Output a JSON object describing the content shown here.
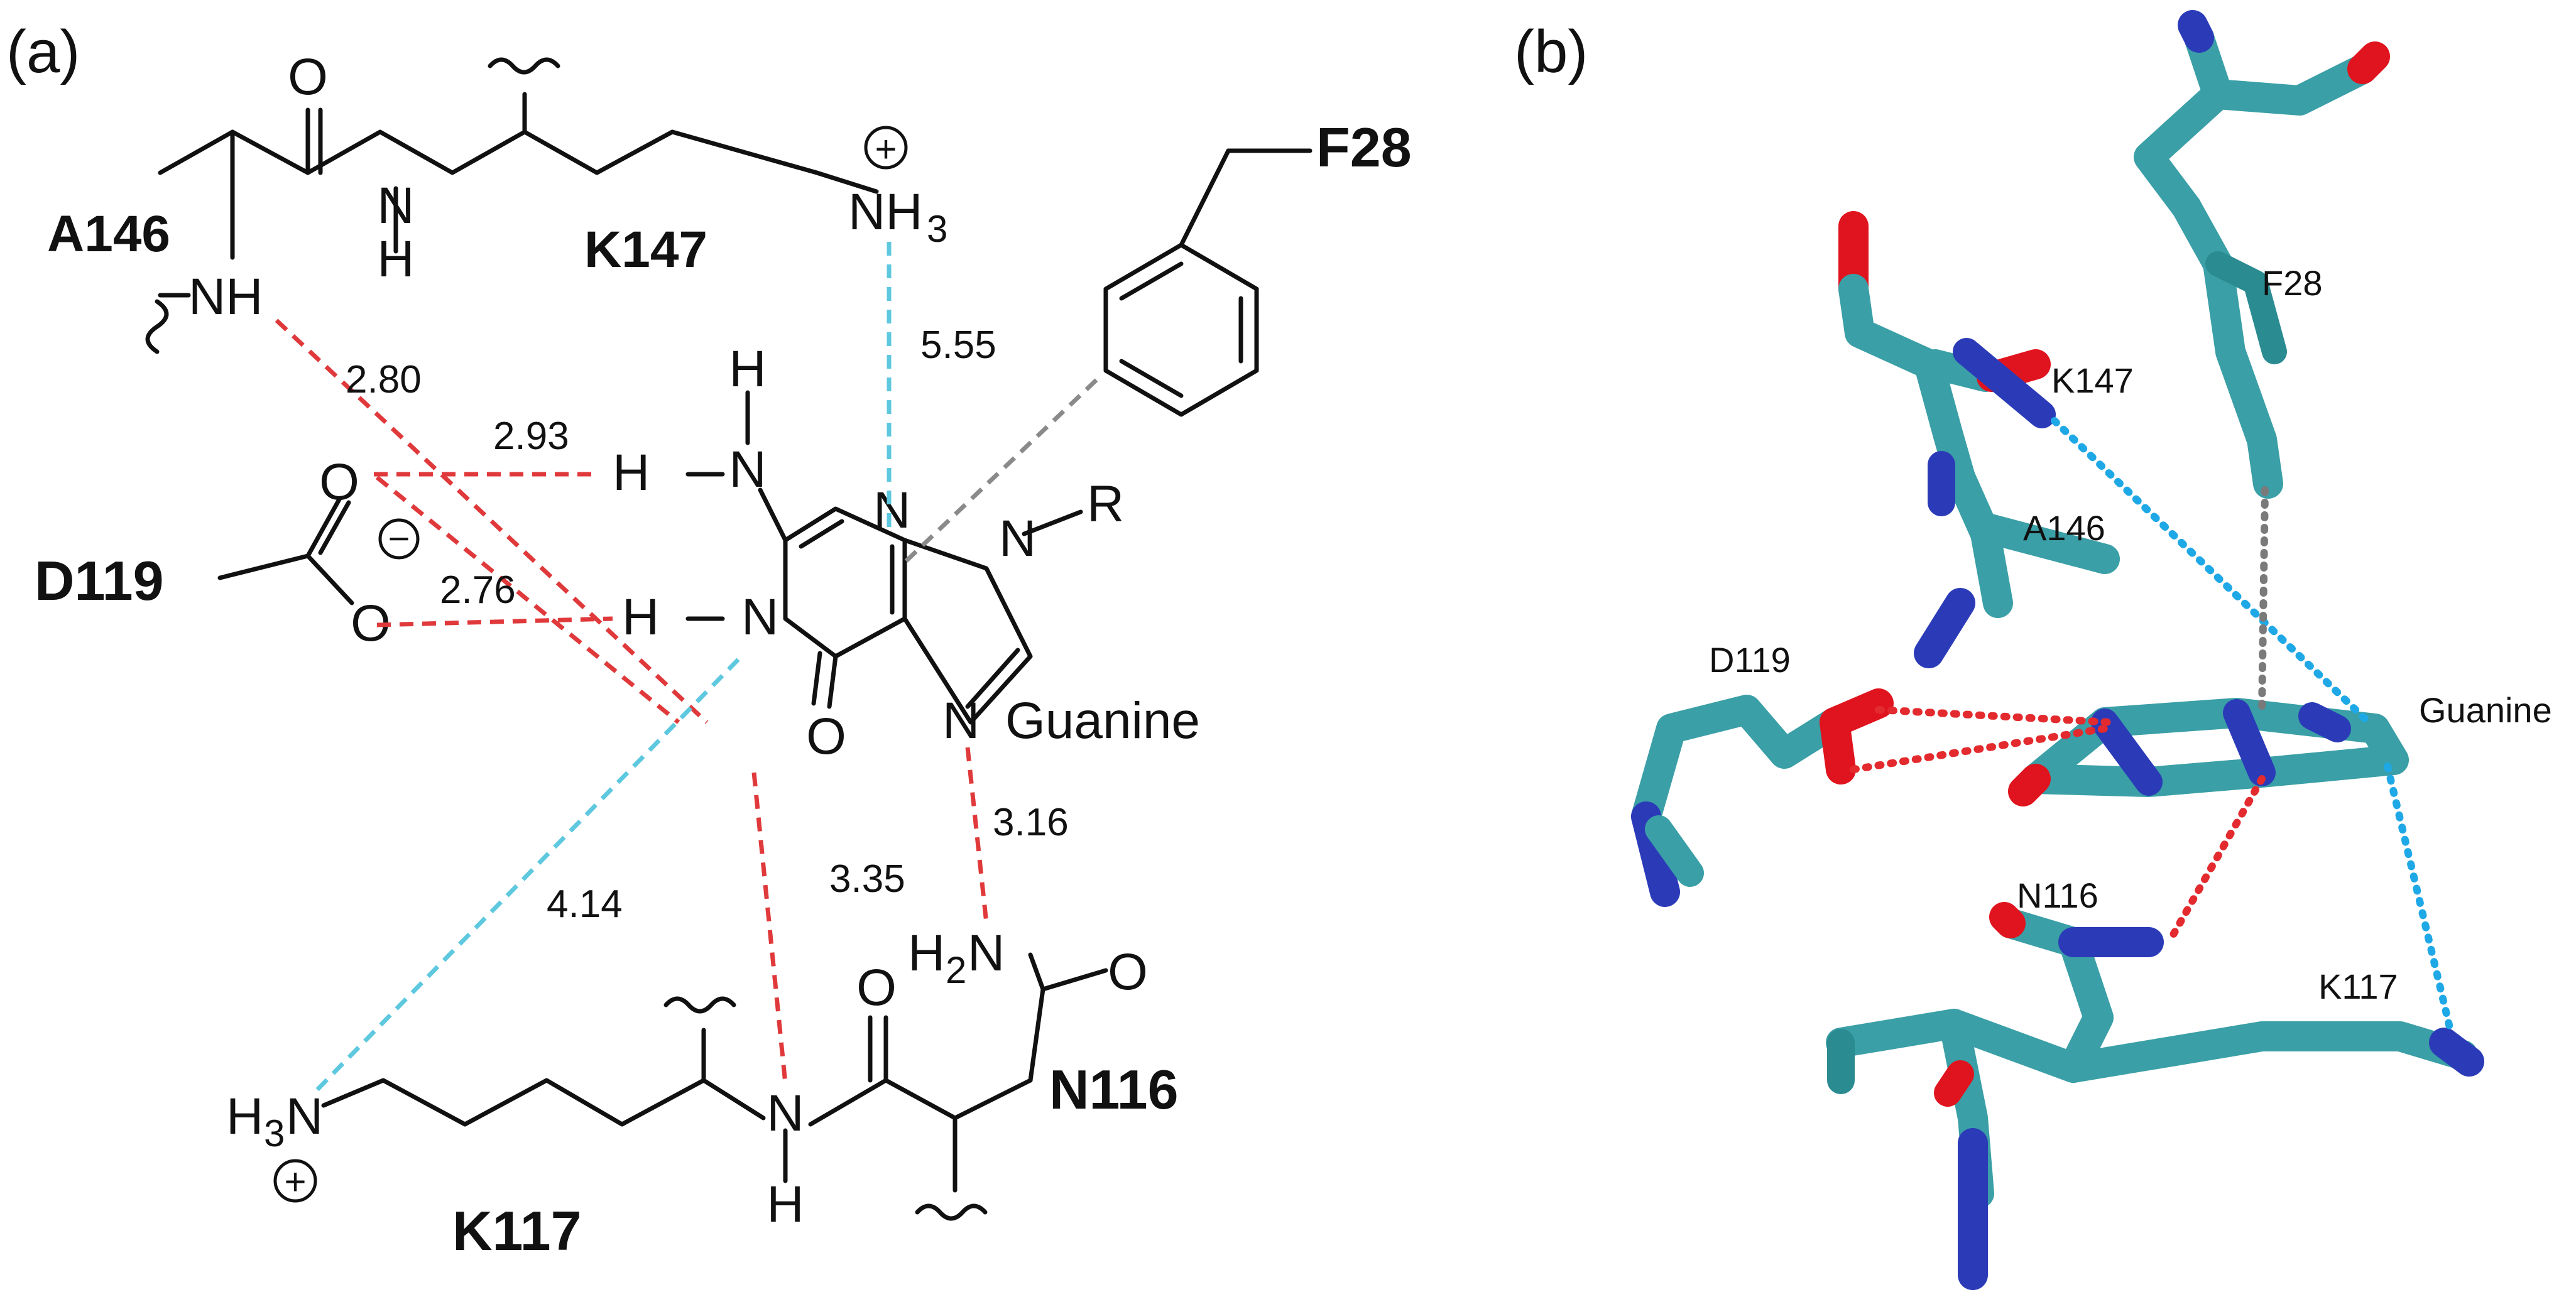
{
  "panel_a": {
    "label": "(a)",
    "residues": {
      "a146": "A146",
      "k147": "K147",
      "f28": "F28",
      "d119": "D119",
      "k117": "K117",
      "n116": "N116"
    },
    "atoms": {
      "nh3_top": "NH",
      "nh3_top_sub": "3",
      "plus": "+",
      "minus": "−",
      "nh_a146": "NH",
      "amide_n": "N",
      "amide_h": "H",
      "o_carbonyl_top": "O",
      "o_d119_top": "O",
      "o_d119_bottom": "O",
      "guanine_h_top": "H",
      "guanine_n2": "N",
      "guanine_h_left1": "H",
      "guanine_h_left2": "H",
      "guanine_n1": "N",
      "guanine_n3": "N",
      "guanine_n9": "N",
      "guanine_n7": "N",
      "guanine_o6": "O",
      "r_group": "R",
      "guanine_label": "Guanine",
      "h2n_h": "H",
      "h2n_sub": "2",
      "h2n_n": "N",
      "n116_o": "O",
      "k117_o": "O",
      "h3n_h": "H",
      "h3n_sub": "3",
      "h3n_n": "N",
      "k117_amide_n": "N",
      "k117_amide_h": "H"
    },
    "distances": {
      "d_280": "2.80",
      "d_293": "2.93",
      "d_276": "2.76",
      "d_555": "5.55",
      "d_316": "3.16",
      "d_335": "3.35",
      "d_414": "4.14"
    }
  },
  "panel_b": {
    "label": "(b)",
    "labels": {
      "f28": "F28",
      "k147": "K147",
      "a146": "A146",
      "d119": "D119",
      "guanine": "Guanine",
      "n116": "N116",
      "k117": "K117"
    },
    "colors": {
      "carbon": "#3a9fa6",
      "oxygen": "#e0141e",
      "nitrogen": "#2b3bb8",
      "hbond_red": "#e32a2e",
      "cation_pi_blue": "#1fa8e6",
      "pi_gray": "#7a7a7a"
    }
  },
  "colors": {
    "hbond_dash": "#e0393b",
    "cation_dash": "#5ec8df",
    "pi_dash": "#8a8a8a"
  }
}
